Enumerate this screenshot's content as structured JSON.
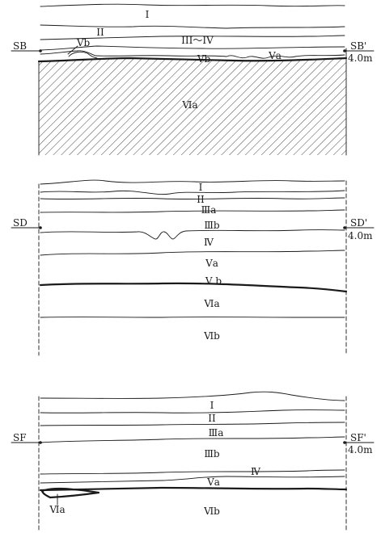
{
  "figure": {
    "colors": {
      "ink": "#1a1a1a",
      "paper": "#ffffff"
    },
    "sections": [
      {
        "id": "sb",
        "left_label": "SB",
        "right_label": "SB'",
        "elevation": "4.0m",
        "layers": [
          "I",
          "II",
          "III～IV",
          "Ⅴb",
          "Ⅴb",
          "Ⅴa",
          "Ⅵa"
        ]
      },
      {
        "id": "sd",
        "left_label": "SD",
        "right_label": "SD'",
        "elevation": "4.0m",
        "layers": [
          "I",
          "II",
          "Ⅲa",
          "Ⅲb",
          "Ⅳ",
          "Ⅴa",
          "Ⅴ b",
          "Ⅵa",
          "Ⅵb"
        ]
      },
      {
        "id": "sf",
        "left_label": "SF",
        "right_label": "SF'",
        "elevation": "4.0m",
        "layers": [
          "I",
          "II",
          "Ⅲa",
          "Ⅲb",
          "Ⅳ",
          "Ⅴa",
          "Ⅵa",
          "Ⅵb"
        ]
      }
    ]
  }
}
